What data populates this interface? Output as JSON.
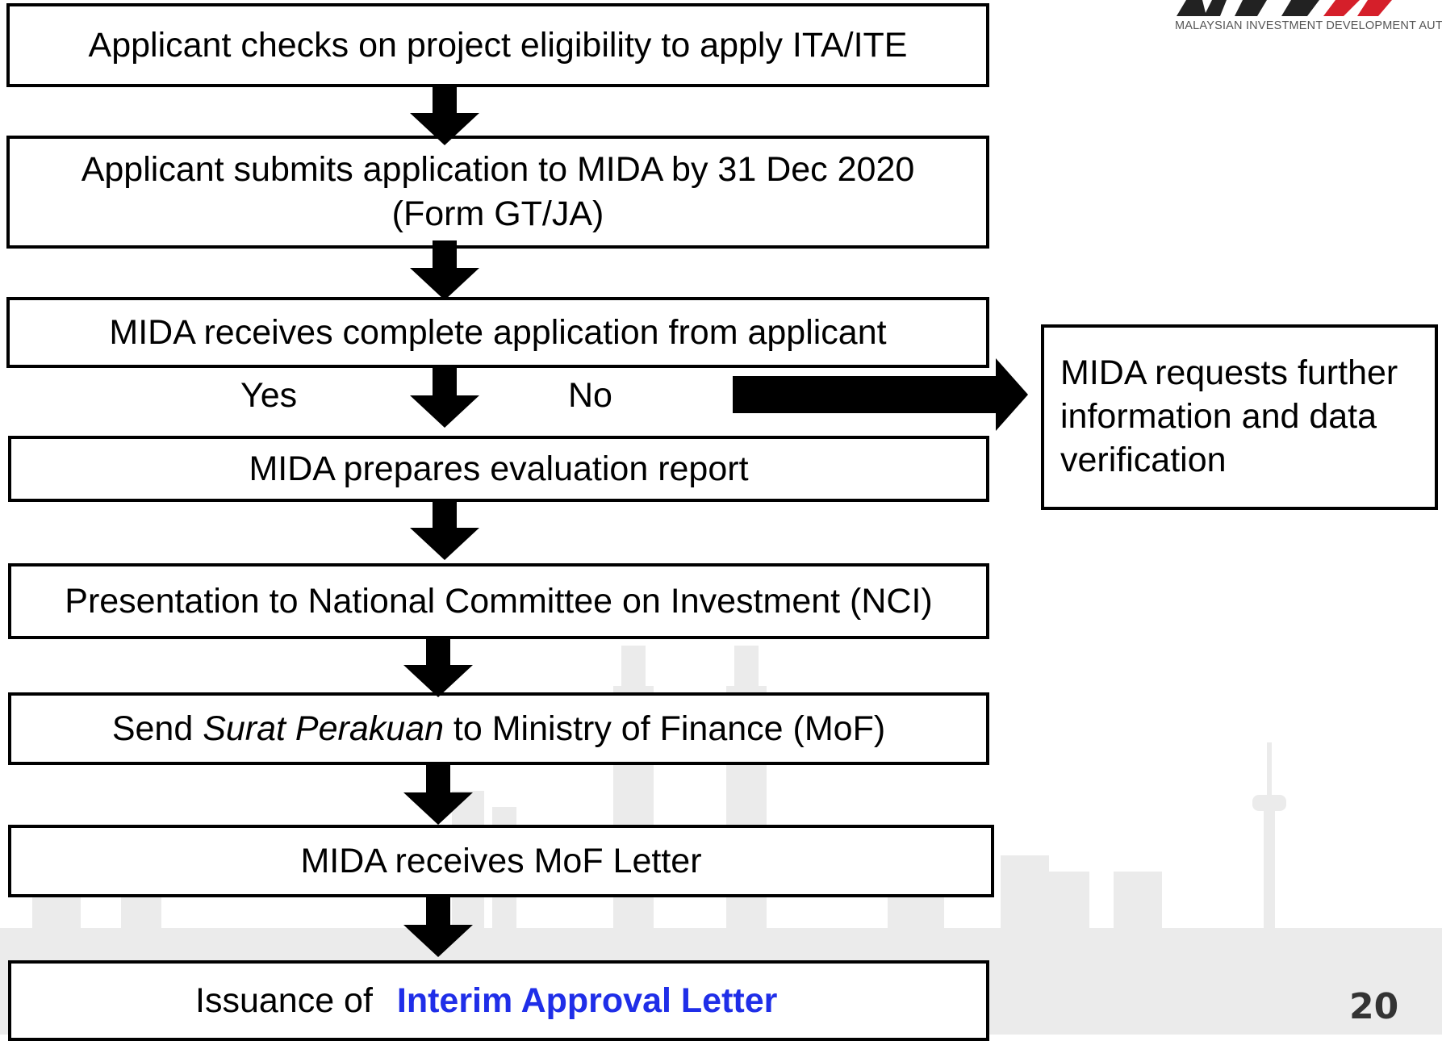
{
  "steps": [
    {
      "text": "Applicant checks on project eligibility to apply ITA/ITE"
    },
    {
      "line1": "Applicant submits application to MIDA by 31 Dec 2020",
      "line2": "(Form GT/JA)"
    },
    {
      "text": "MIDA receives complete application from applicant"
    },
    {
      "text": "MIDA prepares evaluation report"
    },
    {
      "text": "Presentation to National Committee on Investment  (NCI)"
    },
    {
      "prefix": "Send ",
      "italic": "Surat Perakuan",
      "suffix": " to Ministry of Finance (MoF)"
    },
    {
      "text": "MIDA receives MoF Letter"
    },
    {
      "prefix": "Issuance of ",
      "highlight": "Interim Approval Letter"
    }
  ],
  "branch": {
    "yes_label": "Yes",
    "no_label": "No",
    "side_box": [
      "MIDA requests further",
      "information and data",
      "verification"
    ]
  },
  "logo": {
    "text": "MALAYSIAN INVESTMENT DEVELOPMENT AUTHO"
  },
  "page_number": "20",
  "colors": {
    "highlight": "#1f2ee8",
    "border": "#000000"
  }
}
